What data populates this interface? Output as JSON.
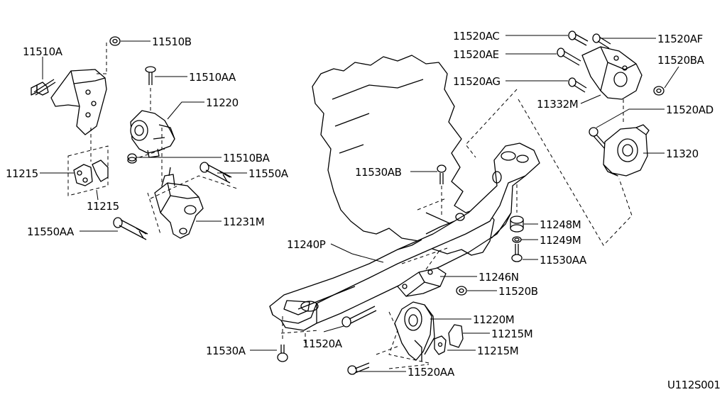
{
  "diagram_code": "U112S001",
  "parts": [
    {
      "id": "p-11510A",
      "label": "11510A"
    },
    {
      "id": "p-11510B",
      "label": "11510B"
    },
    {
      "id": "p-11510AA",
      "label": "11510AA"
    },
    {
      "id": "p-11220",
      "label": "11220"
    },
    {
      "id": "p-11510BA",
      "label": "11510BA"
    },
    {
      "id": "p-11550A",
      "label": "11550A"
    },
    {
      "id": "p-11215-a",
      "label": "11215"
    },
    {
      "id": "p-11215-b",
      "label": "11215"
    },
    {
      "id": "p-11231M",
      "label": "11231M"
    },
    {
      "id": "p-11550AA",
      "label": "11550AA"
    },
    {
      "id": "p-11520AC",
      "label": "11520AC"
    },
    {
      "id": "p-11520AF",
      "label": "11520AF"
    },
    {
      "id": "p-11520AE",
      "label": "11520AE"
    },
    {
      "id": "p-11520BA",
      "label": "11520BA"
    },
    {
      "id": "p-11520AG",
      "label": "11520AG"
    },
    {
      "id": "p-11332M",
      "label": "11332M"
    },
    {
      "id": "p-11520AD",
      "label": "11520AD"
    },
    {
      "id": "p-11320",
      "label": "11320"
    },
    {
      "id": "p-11530AB",
      "label": "11530AB"
    },
    {
      "id": "p-11248M",
      "label": "11248M"
    },
    {
      "id": "p-11249M",
      "label": "11249M"
    },
    {
      "id": "p-11530AA",
      "label": "11530AA"
    },
    {
      "id": "p-11240P",
      "label": "11240P"
    },
    {
      "id": "p-11246N",
      "label": "11246N"
    },
    {
      "id": "p-11520B",
      "label": "11520B"
    },
    {
      "id": "p-11220M",
      "label": "11220M"
    },
    {
      "id": "p-11215M-a",
      "label": "11215M"
    },
    {
      "id": "p-11215M-b",
      "label": "11215M"
    },
    {
      "id": "p-11520A",
      "label": "11520A"
    },
    {
      "id": "p-11530A",
      "label": "11530A"
    },
    {
      "id": "p-11520AA",
      "label": "11520AA"
    }
  ]
}
